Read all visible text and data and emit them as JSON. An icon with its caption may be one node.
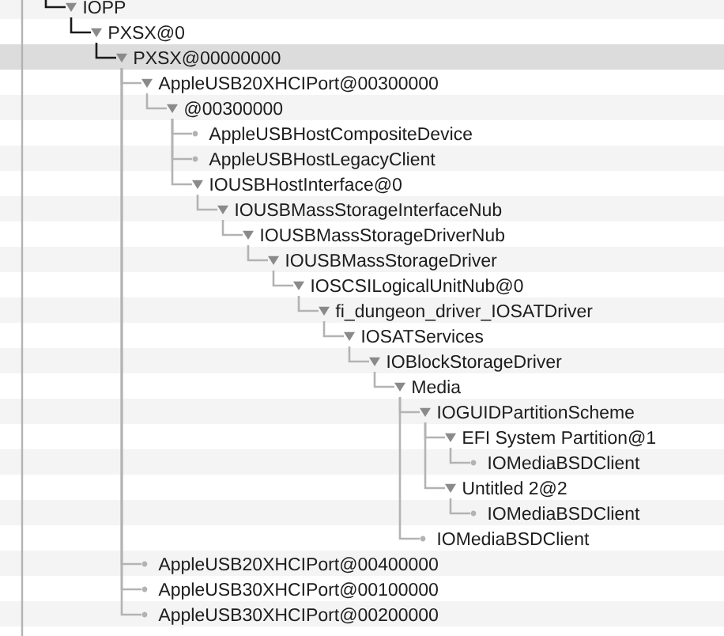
{
  "diagram": {
    "nodes": [
      {
        "text": [
          "IOPP"
        ]
      },
      {
        "text": [
          "PXSX@0"
        ]
      },
      {
        "text": [
          "PXSX@00000000"
        ]
      },
      {
        "text": [
          "AppleUSB20XHCIPort@00300000"
        ]
      },
      {
        "text": [
          "@00300000"
        ]
      },
      {
        "text": [
          "AppleUSBHostCompositeDevice"
        ]
      },
      {
        "text": [
          "AppleUSBHostLegacyClient"
        ]
      },
      {
        "text": [
          "IOUSBHostInterface@0"
        ]
      },
      {
        "text": [
          "IOUSBMassStorageInterfaceNub"
        ]
      },
      {
        "text": [
          "IOUSBMassStorageDriverNub"
        ]
      },
      {
        "text": [
          "IOUSBMassStorageDriver"
        ]
      },
      {
        "text": [
          "IOSCSILogicalUnitNub@0"
        ]
      },
      {
        "text": [
          "fi_dungeon_driver_IOSATDriver"
        ]
      },
      {
        "text": [
          "IOSATServices"
        ]
      },
      {
        "text": [
          "IOBlockStorageDriver"
        ]
      },
      {
        "text": [
          "Media"
        ]
      },
      {
        "text": [
          "IOGUIDPartitionScheme"
        ]
      },
      {
        "text": [
          "EFI System Partition@1"
        ]
      },
      {
        "text": [
          "IOMediaBSDClient"
        ]
      },
      {
        "text": [
          "Untitled 2@2"
        ]
      },
      {
        "text": [
          "IOMediaBSDClient"
        ]
      },
      {
        "text": [
          "IOMediaBSDClient"
        ]
      },
      {
        "text": [
          "AppleUSB20XHCIPort@00400000"
        ]
      },
      {
        "text": [
          "AppleUSB30XHCIPort@00100000"
        ]
      },
      {
        "text": [
          "AppleUSB30XHCIPort@00200000"
        ]
      }
    ],
    "edges": [
      {
        "from": null,
        "to": 0,
        "arrow": "none",
        "color": "#1a1a1a"
      },
      {
        "from": 0,
        "to": 1,
        "arrow": "none",
        "color": "#1a1a1a"
      },
      {
        "from": 1,
        "to": 2,
        "arrow": "none",
        "color": "#1a1a1a"
      },
      {
        "from": 2,
        "to": 3,
        "arrow": "none"
      },
      {
        "from": 3,
        "to": 4,
        "arrow": "none"
      },
      {
        "from": 4,
        "to": 5,
        "arrow": "none"
      },
      {
        "from": 4,
        "to": 6,
        "arrow": "none"
      },
      {
        "from": 4,
        "to": 7,
        "arrow": "none"
      },
      {
        "from": 7,
        "to": 8,
        "arrow": "none"
      },
      {
        "from": 8,
        "to": 9,
        "arrow": "none"
      },
      {
        "from": 9,
        "to": 10,
        "arrow": "none"
      },
      {
        "from": 10,
        "to": 11,
        "arrow": "none"
      },
      {
        "from": 11,
        "to": 12,
        "arrow": "none"
      },
      {
        "from": 12,
        "to": 13,
        "arrow": "none"
      },
      {
        "from": 13,
        "to": 14,
        "arrow": "none"
      },
      {
        "from": 14,
        "to": 15,
        "arrow": "none"
      },
      {
        "from": 15,
        "to": 16,
        "arrow": "none"
      },
      {
        "from": 16,
        "to": 17,
        "arrow": "none"
      },
      {
        "from": 17,
        "to": 18,
        "arrow": "none"
      },
      {
        "from": 16,
        "to": 19,
        "arrow": "none"
      },
      {
        "from": 19,
        "to": 20,
        "arrow": "none"
      },
      {
        "from": 15,
        "to": 21,
        "arrow": "none"
      },
      {
        "from": 2,
        "to": 22,
        "arrow": "none"
      },
      {
        "from": 2,
        "to": 23,
        "arrow": "none"
      },
      {
        "from": 2,
        "to": 24,
        "arrow": "none"
      }
    ]
  }
}
